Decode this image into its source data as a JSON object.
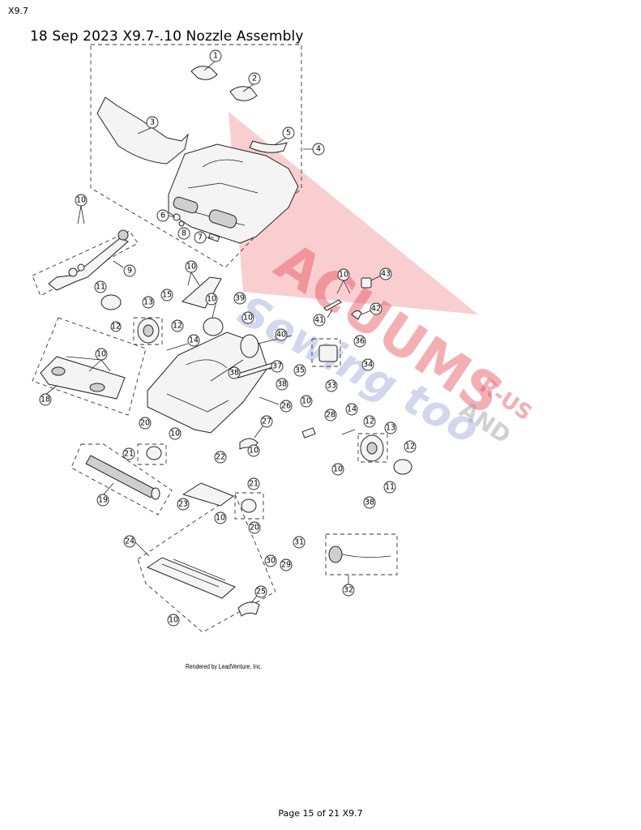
{
  "header": {
    "model": "X9.7",
    "title": "18 Sep 2023 X9.7-.10 Nozzle Assembly"
  },
  "footer": {
    "credit": "Rendered by LeadVenture, Inc.",
    "page": "Page 15 of 21 X9.7"
  },
  "watermark": {
    "line1": "ACUUMS",
    "line2": "R-US",
    "line3": "AND",
    "line4": "Sewing too",
    "red": "#e8505b",
    "gray": "#9a9a9a",
    "blue": "#7f8fd0"
  },
  "callouts": [
    "1",
    "2",
    "3",
    "4",
    "5",
    "6",
    "7",
    "8",
    "9",
    "10",
    "10",
    "10",
    "10",
    "10",
    "10",
    "10",
    "10",
    "10",
    "10",
    "10",
    "10",
    "10",
    "11",
    "11",
    "12",
    "12",
    "12",
    "12",
    "13",
    "13",
    "14",
    "14",
    "15",
    "18",
    "19",
    "20",
    "20",
    "21",
    "21",
    "22",
    "23",
    "24",
    "25",
    "26",
    "27",
    "28",
    "29",
    "30",
    "31",
    "32",
    "33",
    "34",
    "35",
    "36",
    "37",
    "38",
    "38",
    "38",
    "39",
    "40",
    "41",
    "42",
    "43"
  ]
}
